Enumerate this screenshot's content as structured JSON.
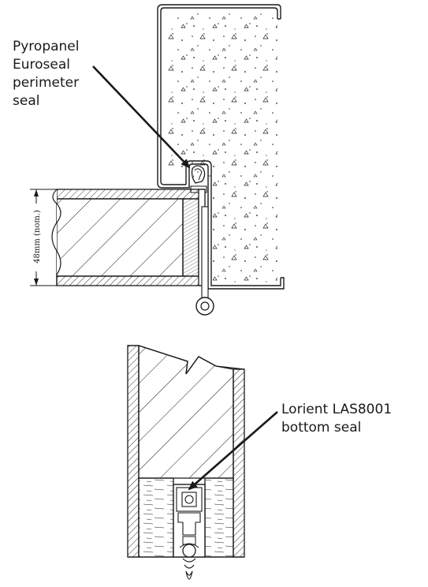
{
  "callouts": {
    "top_seal": [
      "Pyropanel",
      "Euroseal",
      "perimeter",
      "seal"
    ],
    "bottom_seal": [
      "Lorient LAS8001",
      "bottom seal"
    ]
  },
  "dimension": {
    "door_thickness": "48mm (nom.)"
  },
  "colors": {
    "line": "#1a1a1a",
    "background": "#ffffff"
  }
}
